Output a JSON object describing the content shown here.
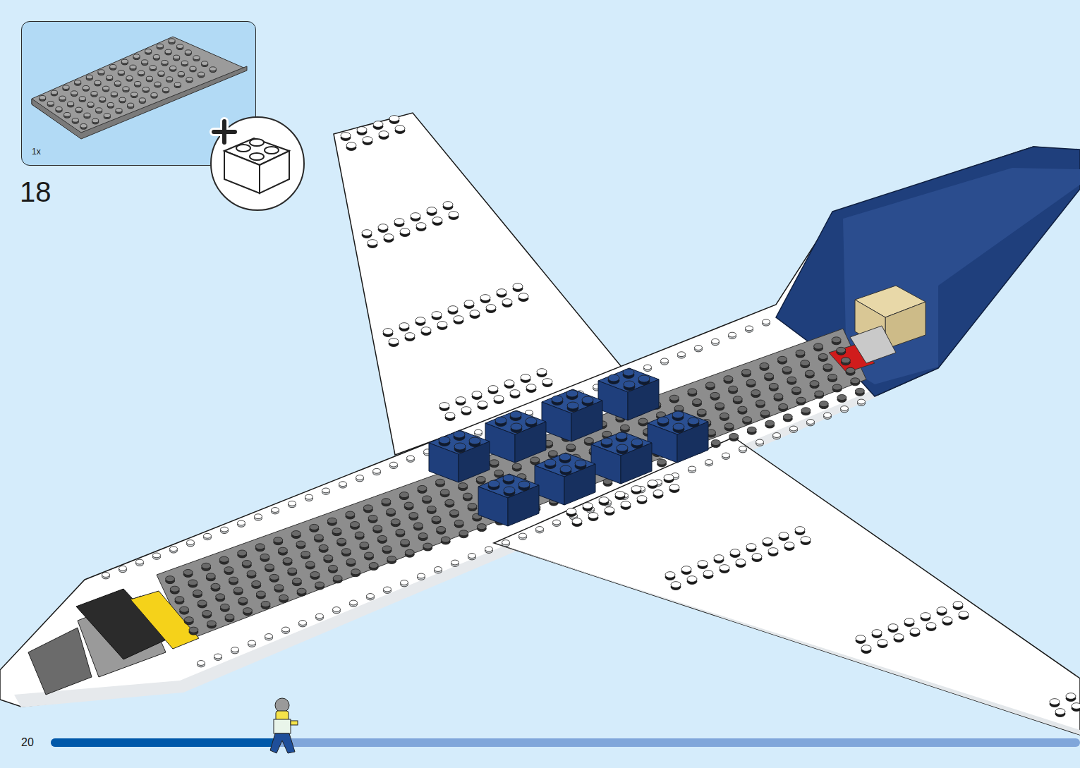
{
  "diagram": {
    "nodes": [
      {
        "text": [
          "1x"
        ]
      }
    ],
    "labels": [
      "18",
      "20"
    ]
  }
}
